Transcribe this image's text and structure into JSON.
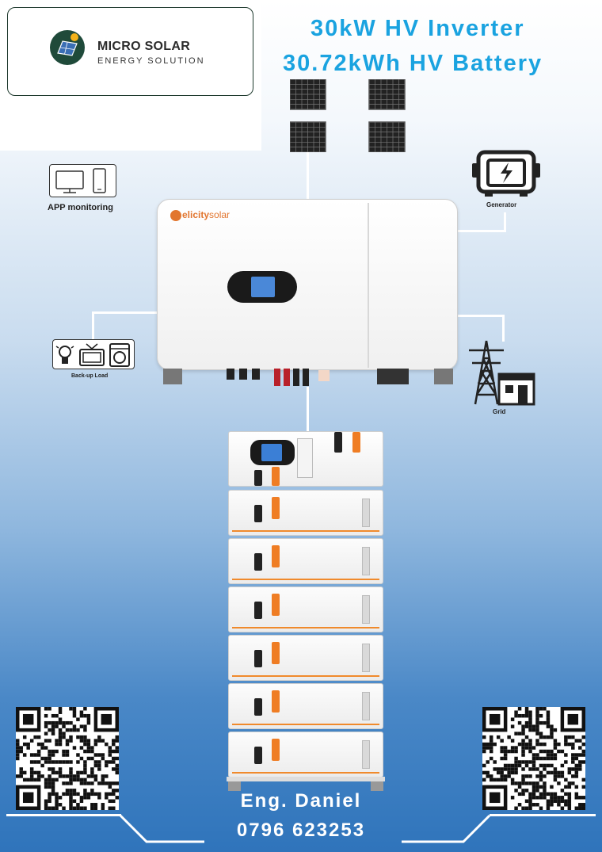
{
  "brand": {
    "name": "MICRO SOLAR",
    "tagline": "ENERGY SOLUTION"
  },
  "titles": {
    "line1": "30kW HV Inverter",
    "line2": "30.72kWh HV Battery"
  },
  "labels": {
    "app": "APP monitoring",
    "generator": "Generator",
    "backup": "Back-up Load",
    "grid": "Grid"
  },
  "inverter": {
    "brand_prefix": "elicity",
    "brand_suffix": "solar"
  },
  "battery": {
    "module_count": 6
  },
  "contact": {
    "name": "Eng. Daniel",
    "phone": "0796 623253"
  },
  "colors": {
    "title": "#1aa3e0",
    "accent_orange": "#ef7d24",
    "logo_green": "#1f4a3a"
  }
}
